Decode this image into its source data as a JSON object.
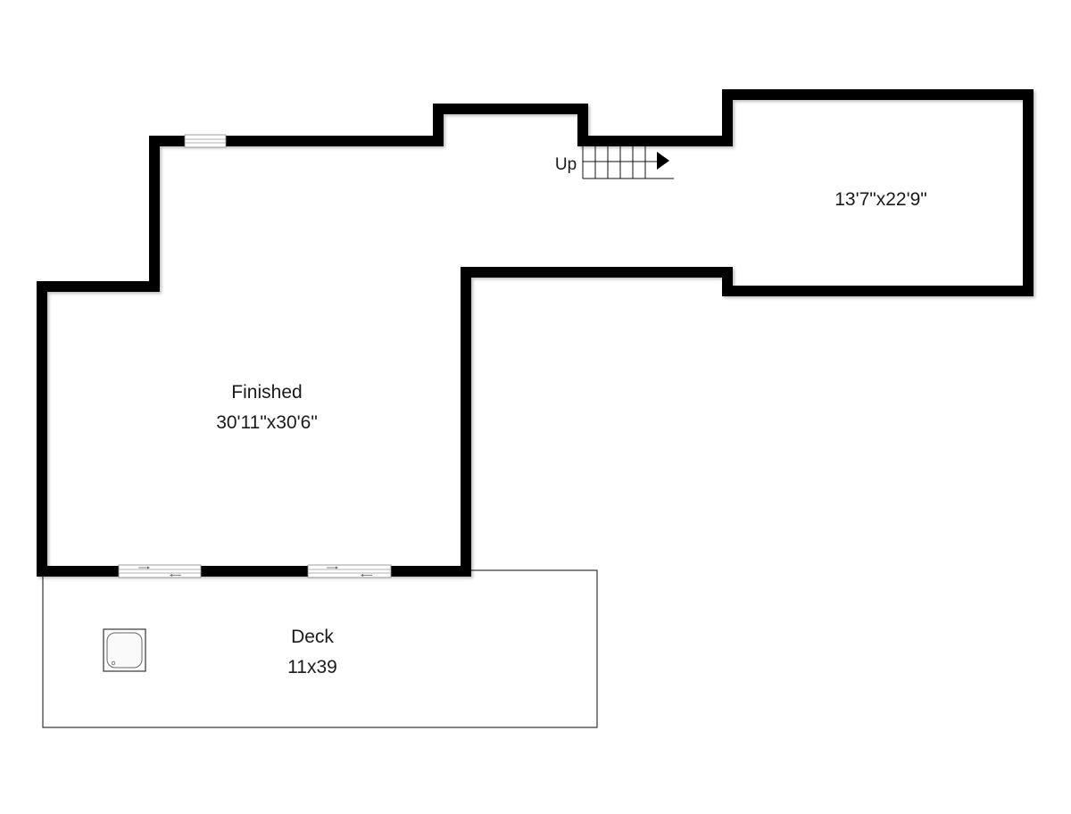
{
  "plan": {
    "stairs": {
      "label": "Up"
    },
    "rooms": {
      "main": {
        "name": "Finished",
        "dimensions": "30'11\"x30'6\""
      },
      "upper": {
        "dimensions": "13'7\"x22'9\""
      },
      "deck": {
        "name": "Deck",
        "dimensions": "11x39"
      }
    }
  },
  "colors": {
    "wall": "#000000",
    "background": "#ffffff",
    "outline": "#333333"
  }
}
